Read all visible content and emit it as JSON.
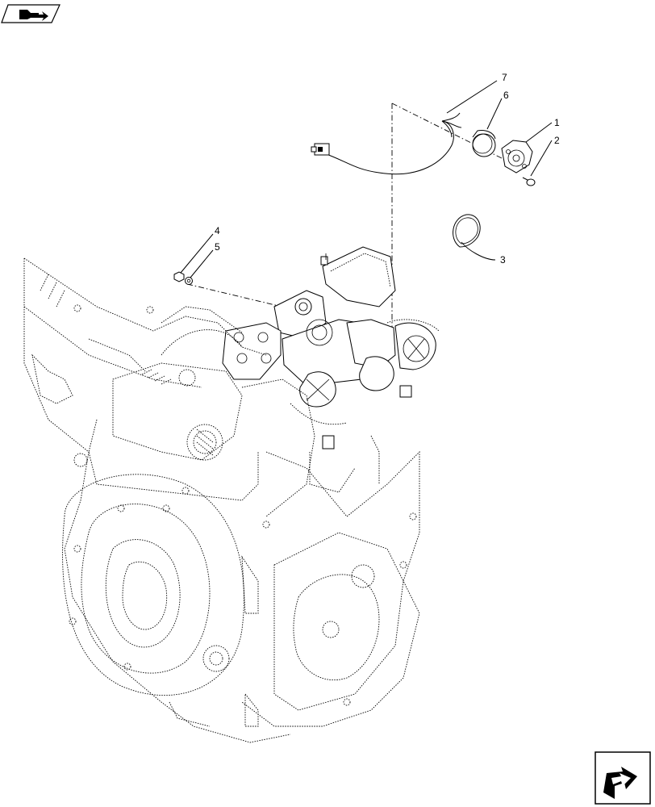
{
  "diagram": {
    "callouts": [
      {
        "id": "7",
        "label": "7"
      },
      {
        "id": "6",
        "label": "6"
      },
      {
        "id": "1",
        "label": "1"
      },
      {
        "id": "2",
        "label": "2"
      },
      {
        "id": "3",
        "label": "3"
      },
      {
        "id": "4",
        "label": "4"
      },
      {
        "id": "5",
        "label": "5"
      }
    ]
  },
  "icons": {
    "top_left": "book-nav-icon",
    "bottom_right": "next-page-arrow-icon"
  }
}
